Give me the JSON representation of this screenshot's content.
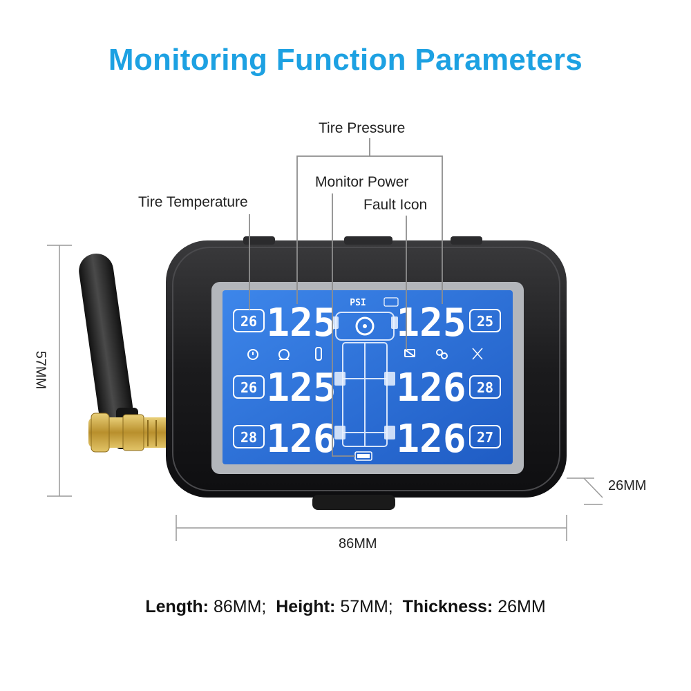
{
  "title": "Monitoring Function Parameters",
  "callouts": {
    "tire_pressure": "Tire Pressure",
    "monitor_power": "Monitor Power",
    "tire_temperature": "Tire Temperature",
    "fault_icon": "Fault Icon"
  },
  "dimensions": {
    "height": "57MM",
    "width": "86MM",
    "thickness": "26MM"
  },
  "display": {
    "unit": "PSI",
    "rows": [
      {
        "left_temp": "26",
        "left_pressure": "125",
        "right_pressure": "125",
        "right_temp": "25"
      },
      {
        "left_temp": "26",
        "left_pressure": "125",
        "right_pressure": "126",
        "right_temp": "28"
      },
      {
        "left_temp": "28",
        "left_pressure": "126",
        "right_pressure": "126",
        "right_temp": "27"
      }
    ]
  },
  "specs": {
    "length_label": "Length:",
    "length_value": "86MM;",
    "height_label": "Height:",
    "height_value": "57MM;",
    "thickness_label": "Thickness:",
    "thickness_value": "26MM"
  },
  "colors": {
    "title": "#1da1e2",
    "lcd_blue": "#2a6fd6",
    "device_body": "#1c1c1e",
    "antenna_connector": "#c9a43c"
  }
}
